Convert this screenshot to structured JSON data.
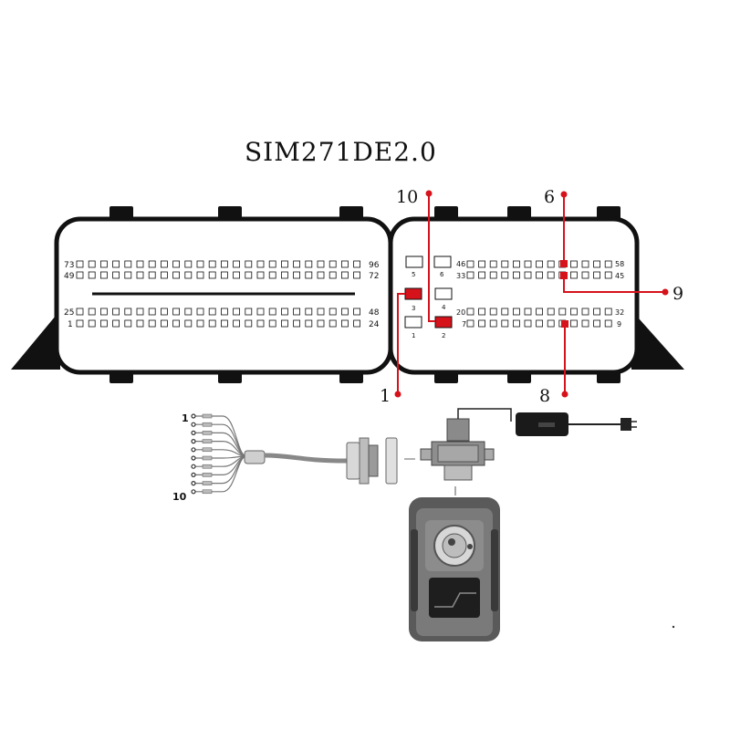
{
  "title": "SIM271DE2.0",
  "colors": {
    "accent": "#d6121b",
    "line": "#111111",
    "device": "#6f6f6f"
  },
  "left_connector": {
    "rows": [
      {
        "start": "73",
        "end": "96"
      },
      {
        "start": "49",
        "end": "72"
      },
      {
        "start": "25",
        "end": "48"
      },
      {
        "start": "1",
        "end": "24"
      }
    ]
  },
  "right_connector": {
    "large_pins": [
      "5",
      "6",
      "3",
      "4",
      "1",
      "2"
    ],
    "highlighted_large_pins": [
      "3",
      "2"
    ],
    "rows": [
      {
        "start": "46",
        "end": "58"
      },
      {
        "start": "33",
        "end": "45"
      },
      {
        "start": "20",
        "end": "32"
      },
      {
        "start": "7",
        "end": "9"
      }
    ]
  },
  "callouts": [
    {
      "label": "10",
      "target": "pin 2"
    },
    {
      "label": "6",
      "target": "pin 6 row 46"
    },
    {
      "label": "9",
      "target": "row 33"
    },
    {
      "label": "1",
      "target": "pin 3"
    },
    {
      "label": "8",
      "target": "row 7"
    }
  ],
  "cable_labels": {
    "first": "1",
    "last": "10"
  }
}
